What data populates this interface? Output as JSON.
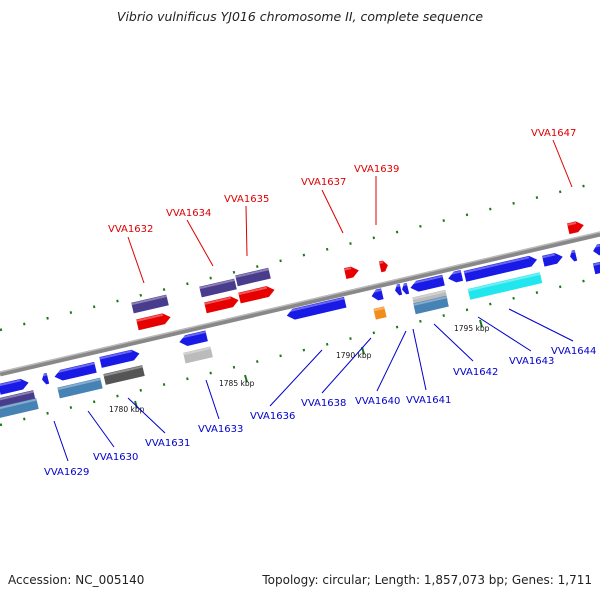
{
  "title": "Vibrio vulnificus YJ016 chromosome II, complete sequence",
  "footer": {
    "accession": "Accession: NC_005140",
    "summary": "Topology: circular; Length: 1,857,073 bp; Genes: 1,711"
  },
  "colors": {
    "forward_label": "#dd0000",
    "reverse_label": "#0000cc",
    "backbone": "#888888",
    "ticks": "#1a7a1a",
    "leader_forward": "#dd0000",
    "leader_reverse": "#0000cc"
  },
  "ticks": [
    {
      "label": "1780 kbp"
    },
    {
      "label": "1785 kbp"
    },
    {
      "label": "1790 kbp"
    },
    {
      "label": "1795 kbp"
    }
  ],
  "forward_labels": [
    {
      "id": "VVA1632"
    },
    {
      "id": "VVA1634"
    },
    {
      "id": "VVA1635"
    },
    {
      "id": "VVA1637"
    },
    {
      "id": "VVA1639"
    },
    {
      "id": "VVA1647"
    }
  ],
  "reverse_labels": [
    {
      "id": "VVA1629"
    },
    {
      "id": "VVA1630"
    },
    {
      "id": "VVA1631"
    },
    {
      "id": "VVA1633"
    },
    {
      "id": "VVA1636"
    },
    {
      "id": "VVA1638"
    },
    {
      "id": "VVA1640"
    },
    {
      "id": "VVA1641"
    },
    {
      "id": "VVA1642"
    },
    {
      "id": "VVA1643"
    },
    {
      "id": "VVA1644"
    }
  ]
}
